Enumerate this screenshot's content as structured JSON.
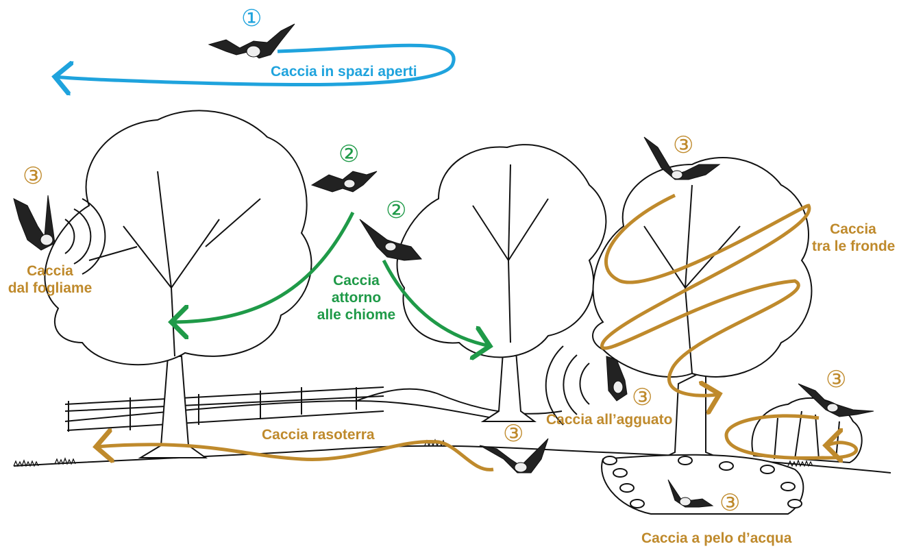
{
  "colors": {
    "open_space": "#1fa3dd",
    "canopy": "#1f9a48",
    "gleaning": "#bf8a2c",
    "ink": "#111111"
  },
  "labels": {
    "open_space": "Caccia in spazi aperti",
    "around_canopy": [
      "Caccia",
      "attorno",
      "alle chiome"
    ],
    "foliage": [
      "Caccia",
      "dal fogliame"
    ],
    "among_fronds": [
      "Caccia",
      "tra le fronde"
    ],
    "ambush": "Caccia all’agguato",
    "ground": "Caccia rasoterra",
    "water": "Caccia a pelo d’acqua"
  },
  "markers": {
    "one": "①",
    "two": "②",
    "three": "③"
  },
  "icons": [
    "bat-icon",
    "tree-icon",
    "fence-icon",
    "grass-icon",
    "pond-icon",
    "sound-wave-icon"
  ]
}
